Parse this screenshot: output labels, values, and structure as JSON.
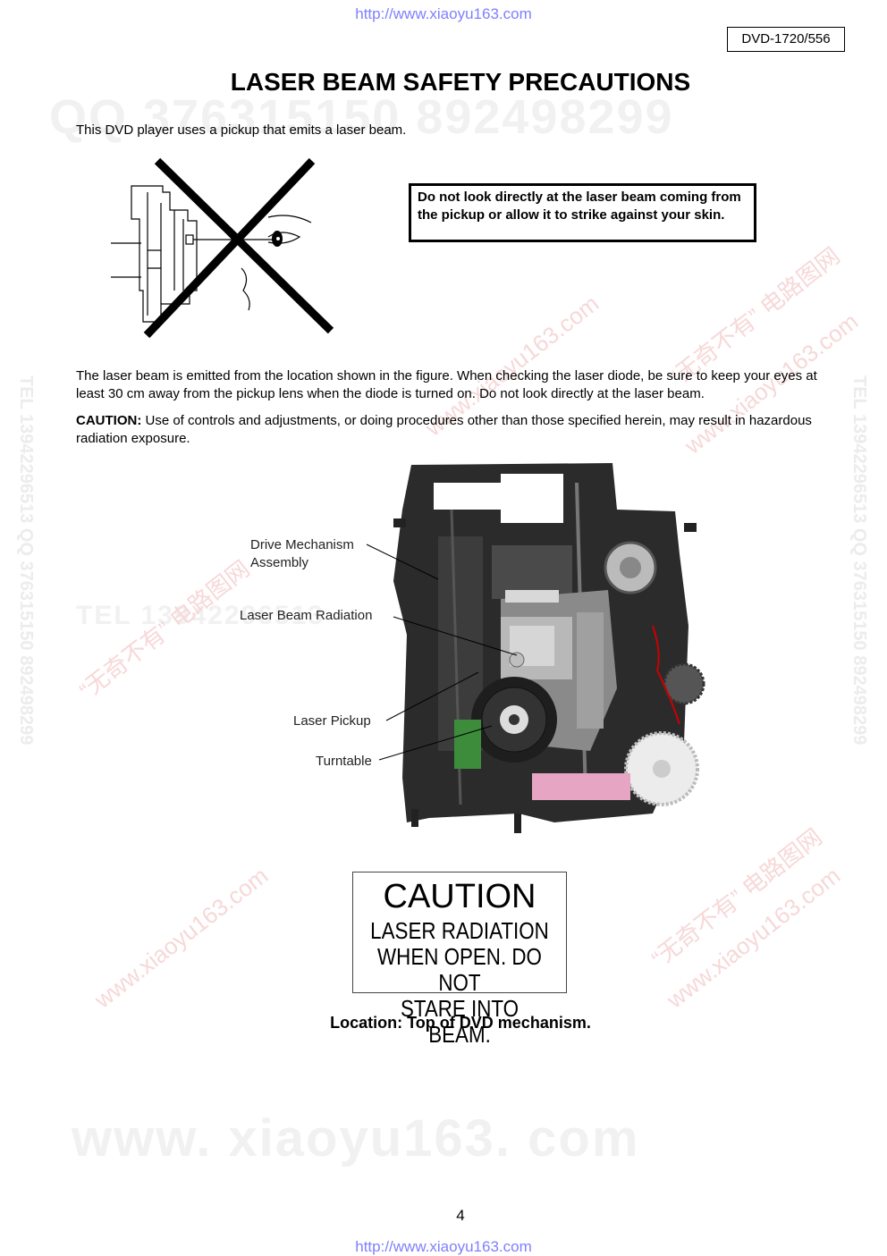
{
  "header": {
    "url": "http://www.xiaoyu163.com",
    "model": "DVD-1720/556"
  },
  "page_title": "LASER BEAM SAFETY PRECAUTIONS",
  "intro": "This DVD player uses a pickup that emits a laser beam.",
  "warning_box": "Do not look directly at the laser beam coming from the pickup or allow it to strike against your skin.",
  "body": {
    "paragraph": "The laser beam is emitted from the location shown in the figure. When checking the laser diode, be sure to keep your eyes at least 30 cm away from the pickup lens when the diode is turned on. Do not look directly at the laser beam.",
    "caution_label": "CAUTION:",
    "caution_text": " Use of controls and adjustments, or doing procedures other than those specified herein, may result in hazardous radiation exposure."
  },
  "figure_labels": {
    "drive_mechanism_1": "Drive Mechanism",
    "drive_mechanism_2": "Assembly",
    "laser_beam_radiation": "Laser Beam Radiation",
    "laser_pickup": "Laser Pickup",
    "turntable": "Turntable"
  },
  "caution_label_box": {
    "heading": "CAUTION",
    "line1": "LASER RADIATION",
    "line2": "WHEN OPEN. DO NOT",
    "line3": "STARE INTO BEAM."
  },
  "location": "Location: Top of DVD mechanism.",
  "page_number": "4",
  "watermarks": {
    "top_big": "QQ 376315150   892498299",
    "middle_big": "TEL 13942296513",
    "bottom_big": "www. xiaoyu163. com",
    "side": "TEL 13942296513  QQ 376315150  892498299",
    "diag_site": "www.xiaoyu163.com",
    "diag_cn": "“无奇不有” 电路图网"
  },
  "colors": {
    "url_link": "#7f7fff",
    "watermark_gray": "#eeeeee",
    "watermark_pink": "#f7d8d8"
  }
}
